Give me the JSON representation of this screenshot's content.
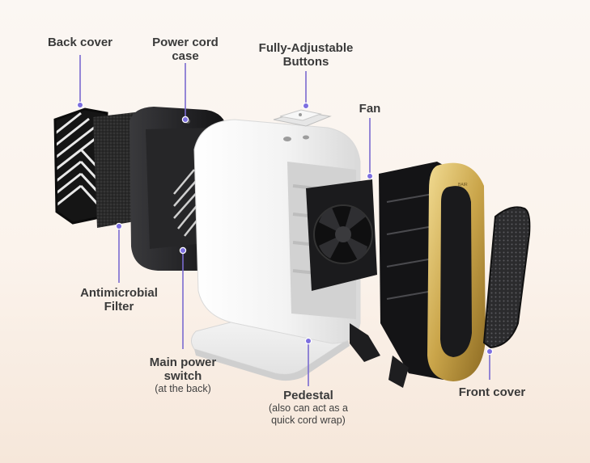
{
  "labels": {
    "back_cover": "Back cover",
    "power_cord_case": "Power cord case",
    "fully_adjustable_buttons": "Fully-Adjustable Buttons",
    "fan": "Fan",
    "antimicrobial_filter": "Antimicrobial Filter",
    "main_power_switch": "Main power switch",
    "main_power_switch_note": "(at the back)",
    "pedestal": "Pedestal",
    "pedestal_note": "(also can act as a quick cord wrap)",
    "front_cover": "Front cover"
  },
  "colors": {
    "callout_line": "#7a6bd0",
    "callout_dot": "#7d6fe0",
    "label_text": "#3a3a3a",
    "front_ring_gold": "#d4b25a",
    "housing_white": "#f4f4f4",
    "housing_black": "#1d1d1f"
  }
}
